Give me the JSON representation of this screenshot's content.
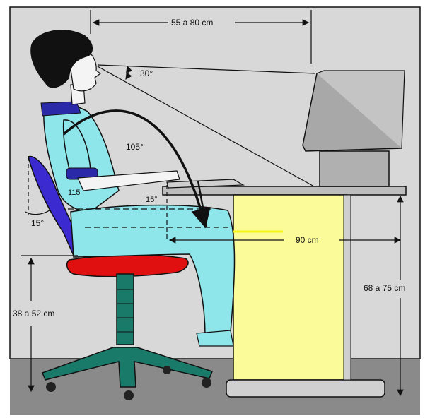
{
  "labels": {
    "monitor_distance": "55 a 80 cm",
    "gaze_angle": "30°",
    "elbow_angle": "105°",
    "hip_angle": "115",
    "wrist_angle": "15°",
    "back_angle": "15°",
    "desk_depth": "90 cm",
    "seat_height": "38 a 52 cm",
    "desk_height": "68 a 75 cm"
  },
  "colors": {
    "wall": "#d8d8d8",
    "floor": "#8a8a8a",
    "clothes": "#8ee6ea",
    "chair_back": "#3a2ad0",
    "chair_seat": "#e01010",
    "chair_base": "#1a7a6a",
    "desk_panel": "#fbfb9a",
    "monitor": "#a8a8a8",
    "skin": "#f4f4f4",
    "hair": "#111111"
  }
}
